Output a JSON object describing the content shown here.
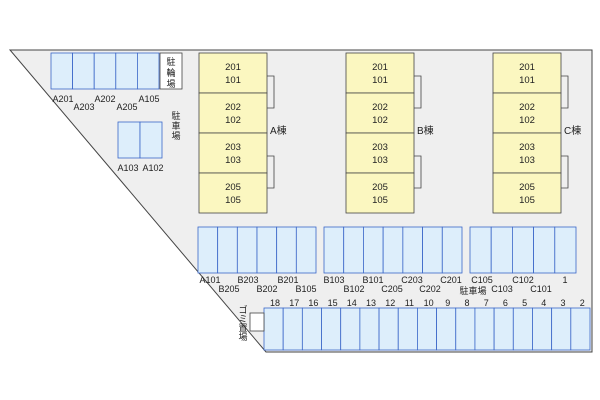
{
  "colors": {
    "lot_fill": "#efefef",
    "parking_fill": "#ddeefb",
    "parking_stroke": "#3a66c8",
    "building_fill": "#fbf7c0",
    "outline": "#444444"
  },
  "labels": {
    "bike_parking": [
      "駐",
      "輪",
      "場"
    ],
    "car_parking_vertical": [
      "駐",
      "車",
      "場"
    ],
    "car_parking": "駐車場",
    "garbage": [
      "ゴ",
      "ミ",
      "置",
      "場"
    ]
  },
  "buildings": [
    {
      "name": "A棟",
      "floors": [
        [
          "201",
          "101"
        ],
        [
          "202",
          "102"
        ],
        [
          "203",
          "103"
        ],
        [
          "205",
          "105"
        ]
      ]
    },
    {
      "name": "B棟",
      "floors": [
        [
          "201",
          "101"
        ],
        [
          "202",
          "102"
        ],
        [
          "203",
          "103"
        ],
        [
          "205",
          "105"
        ]
      ]
    },
    {
      "name": "C棟",
      "floors": [
        [
          "201",
          "101"
        ],
        [
          "202",
          "102"
        ],
        [
          "203",
          "103"
        ],
        [
          "205",
          "105"
        ]
      ]
    }
  ],
  "parking_labels": {
    "top_row1": [
      "A201",
      "A202",
      "A105"
    ],
    "top_row2": [
      "A203",
      "A205"
    ],
    "mid": [
      "A103",
      "A102"
    ],
    "row_a": [
      "A101",
      "B203",
      "B201",
      "B103",
      "B101",
      "C203",
      "C201",
      "C105",
      "C102",
      "1"
    ],
    "row_b": [
      "B205",
      "B202",
      "B105",
      "B102",
      "C205",
      "C202",
      "C103",
      "C101"
    ],
    "bottom_numbers": [
      "18",
      "17",
      "16",
      "15",
      "14",
      "13",
      "12",
      "11",
      "10",
      "9",
      "8",
      "7",
      "6",
      "5",
      "4",
      "3",
      "2"
    ]
  }
}
